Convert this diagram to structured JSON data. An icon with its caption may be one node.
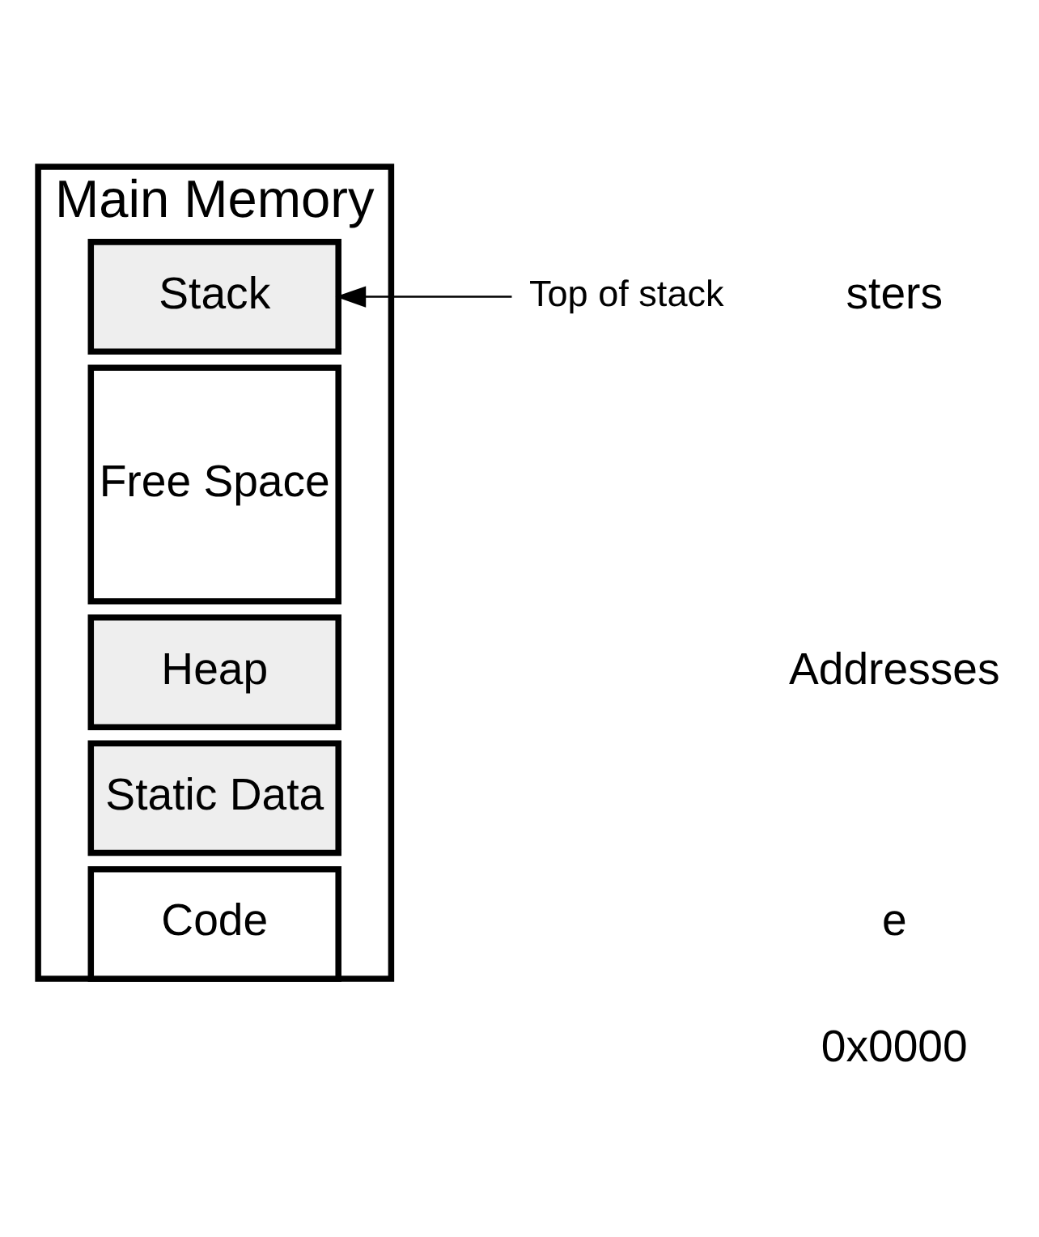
{
  "diagram": {
    "nodes": [
      {
        "text": [
          "Main Memory"
        ]
      },
      {
        "text": [
          "Stack"
        ],
        "in": 0
      },
      {
        "text": [
          "Free Space"
        ],
        "in": 0
      },
      {
        "text": [
          "Heap"
        ],
        "in": 0
      },
      {
        "text": [
          "Static Data"
        ],
        "in": 0
      },
      {
        "text": [
          "Code"
        ],
        "in": 0
      },
      {
        "text": [
          "Top of stack"
        ]
      }
    ],
    "edges": [
      {
        "from": 6,
        "to": 1,
        "arrow": "to"
      }
    ],
    "labels": [
      "sters",
      "Addresses",
      "e",
      "0x0000"
    ]
  }
}
